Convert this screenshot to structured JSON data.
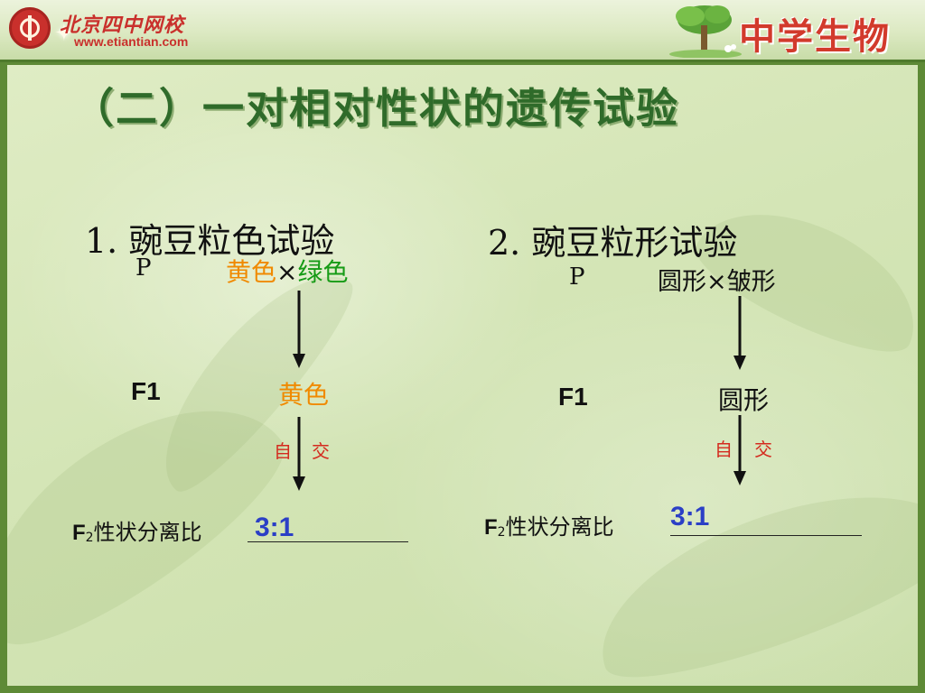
{
  "header": {
    "logo_name": "北京四中网校",
    "logo_url": "www.etiantian.com",
    "brand": "中学生物",
    "icons": [
      "school-emblem-icon",
      "sparkle-icon",
      "tree-icon"
    ]
  },
  "slide": {
    "title": "（二）一对相对性状的遗传试验",
    "left": {
      "heading": "1. 豌豆粒色试验",
      "p_label": "P",
      "parent1": "黄色",
      "cross_symbol": "×",
      "parent2": "绿色",
      "f1_label": "F1",
      "f1_result": "黄色",
      "self_cross_1": "自",
      "self_cross_2": "交",
      "f2_prefix": "F",
      "f2_sub": "2",
      "f2_text": "性状分离比",
      "ratio": "3:1"
    },
    "right": {
      "heading": "2.  豌豆粒形试验",
      "p_label": "P",
      "parents": "圆形×皱形",
      "f1_label": "F1",
      "f1_result": "圆形",
      "self_cross_1": "自",
      "self_cross_2": "交",
      "f2_prefix": "F",
      "f2_sub": "2",
      "f2_text": "性状分离比",
      "ratio": "3:1"
    },
    "colors": {
      "title": "#2f6b2a",
      "yellow_trait": "#f08a00",
      "green_trait": "#169b16",
      "self_cross": "#d42a1e",
      "ratio": "#2b3fc6"
    }
  }
}
